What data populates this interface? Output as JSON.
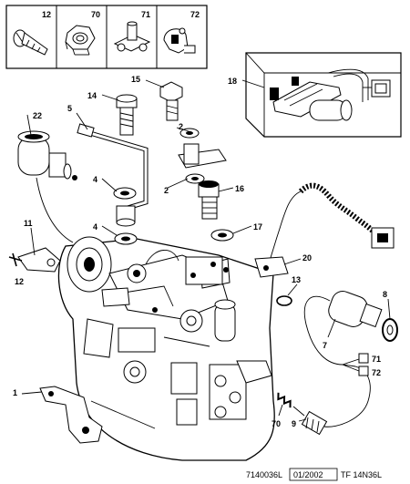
{
  "legend_box": {
    "items": [
      {
        "number": "12"
      },
      {
        "number": "70"
      },
      {
        "number": "71"
      },
      {
        "number": "72"
      }
    ]
  },
  "callouts": {
    "c1": "1",
    "c2a": "2",
    "c2b": "2",
    "c4a": "4",
    "c4b": "4",
    "c5": "5",
    "c7": "7",
    "c8": "8",
    "c9": "9",
    "c11": "11",
    "c12": "12",
    "c13": "13",
    "c14": "14",
    "c15": "15",
    "c16": "16",
    "c17": "17",
    "c18": "18",
    "c20": "20",
    "c22": "22",
    "c70": "70",
    "c71": "71",
    "c72": "72"
  },
  "footer": {
    "ref": "7140036L",
    "date": "01/2002",
    "code": "TF 14N36L"
  }
}
